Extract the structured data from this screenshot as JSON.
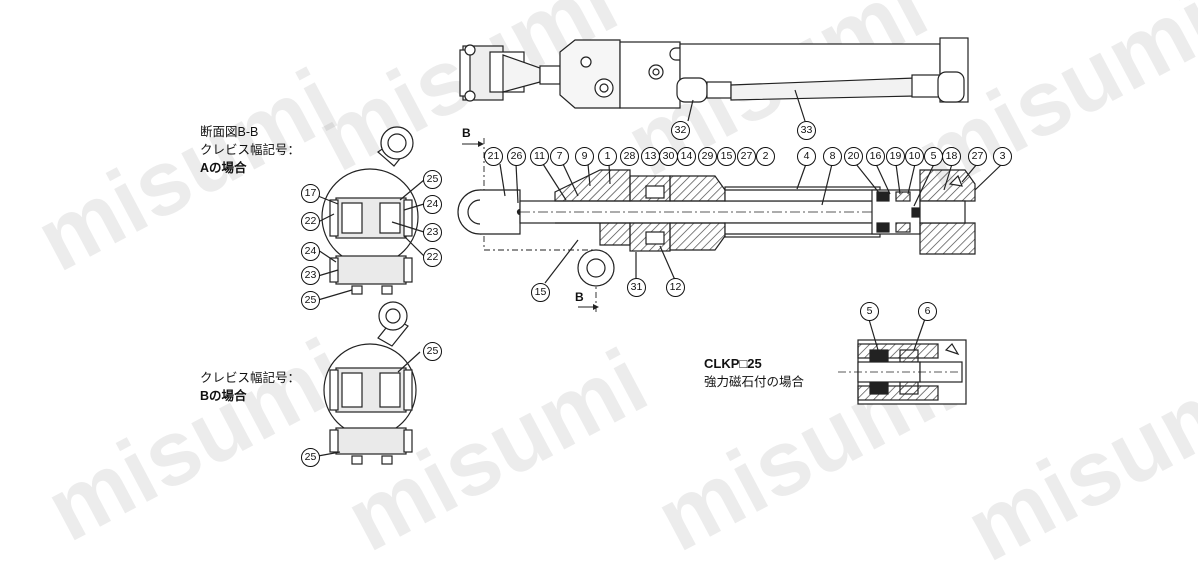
{
  "watermark": "misumi",
  "section_view": {
    "title": "断面図B-B",
    "clevis_label": "クレビス幅記号：",
    "type_a": "Aの場合",
    "type_b": "Bの場合"
  },
  "detail": {
    "model": "CLKP□25",
    "caption": "強力磁石付の場合"
  },
  "section_marks": [
    "B",
    "B"
  ],
  "callouts": {
    "top_view": [
      "32",
      "33"
    ],
    "main_row": [
      "21",
      "26",
      "11",
      "7",
      "9",
      "1",
      "28",
      "13",
      "30",
      "14",
      "29",
      "15",
      "27",
      "2",
      "4",
      "8",
      "20",
      "16",
      "19",
      "10",
      "5",
      "18",
      "27",
      "3"
    ],
    "main_bottom": [
      "15",
      "31",
      "12"
    ],
    "section_a": [
      "17",
      "25",
      "24",
      "22",
      "23",
      "22",
      "24",
      "23",
      "25"
    ],
    "section_b": [
      "25",
      "25"
    ],
    "detail": [
      "5",
      "6"
    ]
  }
}
